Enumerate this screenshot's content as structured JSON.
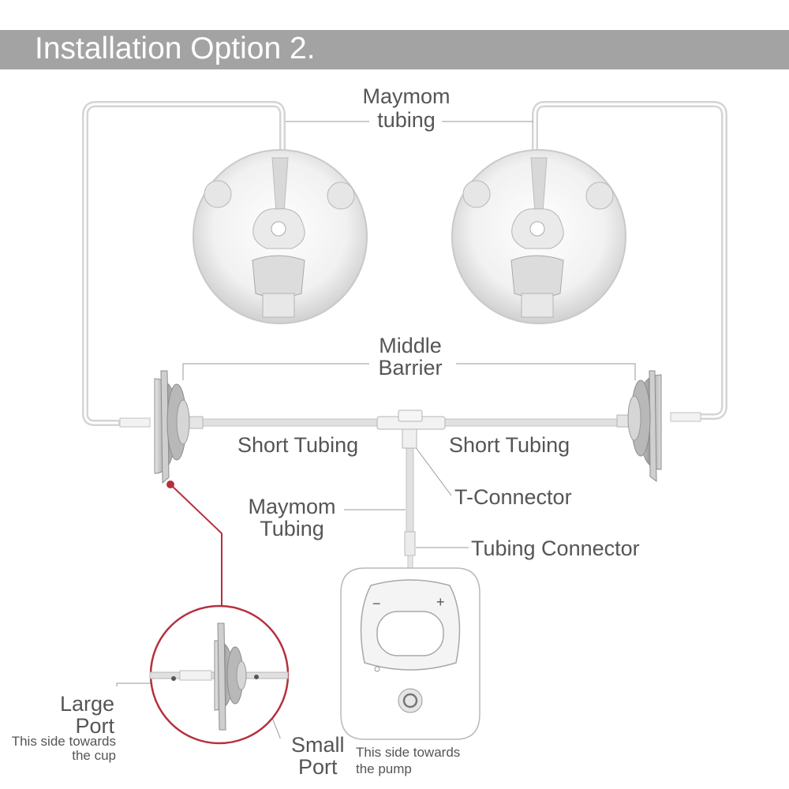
{
  "title": "Installation Option 2.",
  "labels": {
    "maymom_tubing_top_line1": "Maymom",
    "maymom_tubing_top_line2": "tubing",
    "middle_barrier_line1": "Middle",
    "middle_barrier_line2": "Barrier",
    "short_tubing_left": "Short Tubing",
    "short_tubing_right": "Short Tubing",
    "t_connector": "T-Connector",
    "maymom_tubing_mid_line1": "Maymom",
    "maymom_tubing_mid_line2": "Tubing",
    "tubing_connector": "Tubing Connector",
    "large_port_line1": "Large",
    "large_port_line2": "Port",
    "large_port_note_line1": "This side towards",
    "large_port_note_line2": "the cup",
    "small_port_line1": "Small",
    "small_port_line2": "Port",
    "small_port_note_line1": "This side towards",
    "small_port_note_line2": "the pump"
  },
  "pump": {
    "minus": "−",
    "plus": "+"
  },
  "colors": {
    "banner": "#a3a3a3",
    "callout": "#b5303e",
    "text": "#555555"
  },
  "icons": [
    "breast-cup-icon",
    "middle-barrier-icon",
    "t-connector-icon",
    "pump-device-icon",
    "power-button-icon"
  ]
}
